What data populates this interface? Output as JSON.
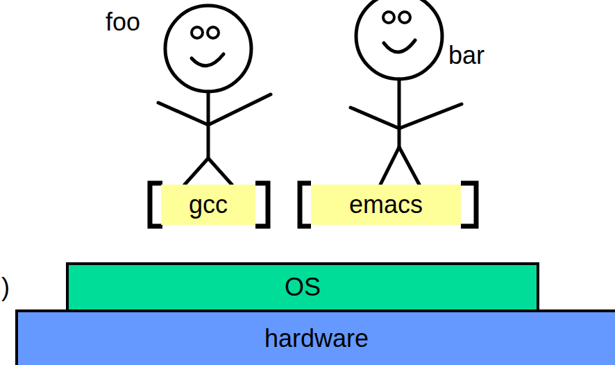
{
  "diagram": {
    "nodes": [
      {
        "text": [
          "gcc"
        ]
      },
      {
        "text": [
          "emacs"
        ]
      },
      {
        "text": [
          "OS"
        ]
      },
      {
        "text": [
          "hardware"
        ]
      }
    ],
    "labels": [
      "foo",
      "bar",
      ")"
    ]
  }
}
